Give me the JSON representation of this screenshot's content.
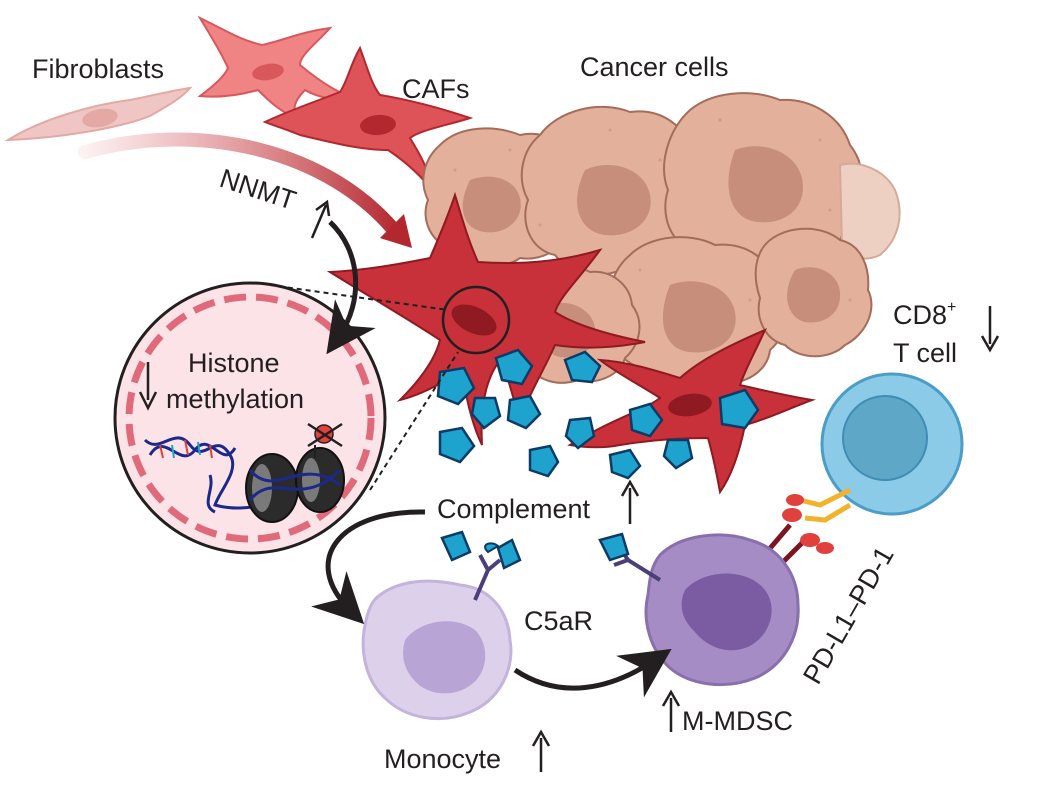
{
  "labels": {
    "fibroblasts": "Fibroblasts",
    "cafs": "CAFs",
    "cancer_cells": "Cancer cells",
    "nnmt": "NNMT",
    "histone_line1": "Histone",
    "histone_line2": "methylation",
    "cd8": "CD8",
    "cd8_sup": "+",
    "t_cell": "T cell",
    "complement": "Complement",
    "c5ar": "C5aR",
    "pdl1_pd1": "PD-L1–PD-1",
    "m_mdsc": "M-MDSC",
    "monocyte": "Monocyte"
  },
  "colors": {
    "caf_red": "#c8313a",
    "fibroblast_pink": "#e9b3b0",
    "cancer_tan": "#dba993",
    "cancer_nucleus": "#c78e7b",
    "complement_blue": "#1ea3cf",
    "tcell_blue": "#8ccbe8",
    "monocyte_lilac": "#dcd0ea",
    "mdsc_purple": "#a58cc4",
    "nucleus_pink": "#fbe3e8",
    "pd1_yellow": "#f2b22b"
  }
}
